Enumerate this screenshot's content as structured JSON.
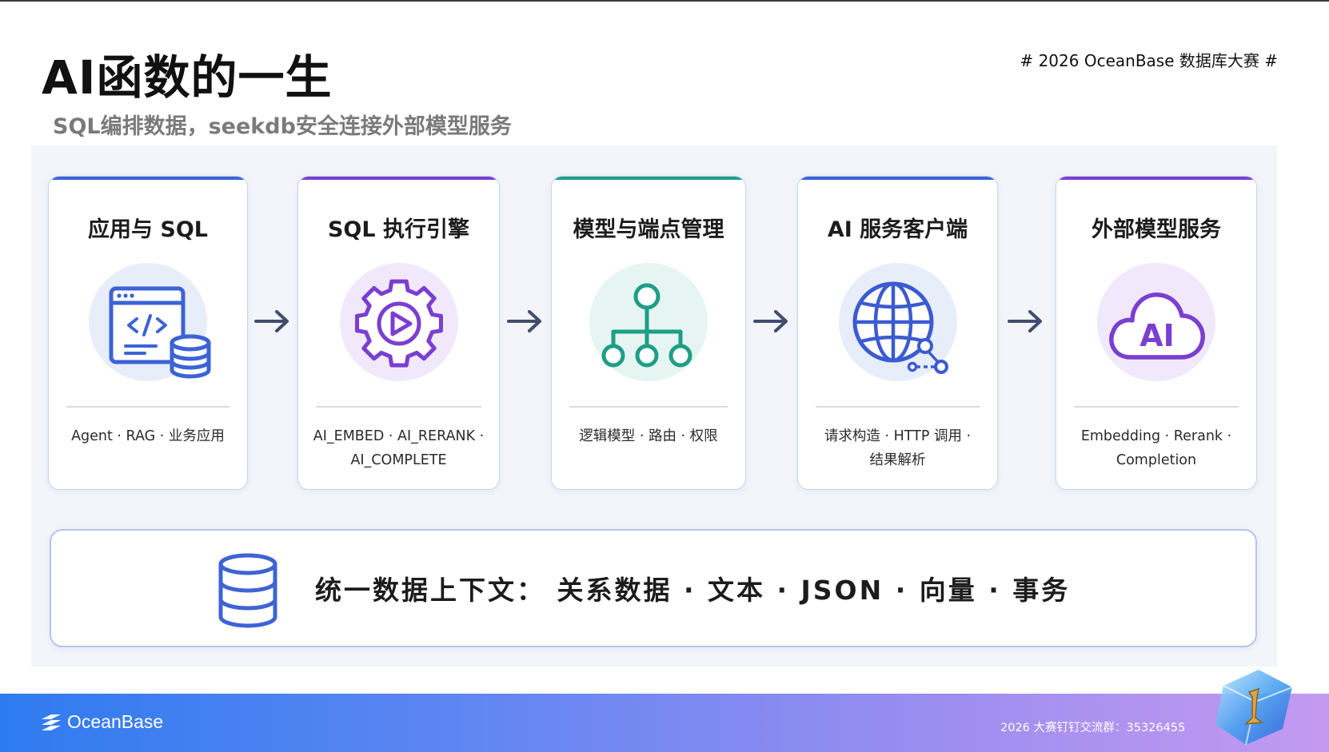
{
  "header": {
    "title": "AI函数的一生",
    "subtitle": "SQL编排数据，seekdb安全连接外部模型服务",
    "tag": "# 2026 OceanBase 数据库大赛 #"
  },
  "cards": [
    {
      "title": "应用与 SQL",
      "icon": "code-database-icon",
      "desc1": "Agent · RAG · 业务应用",
      "desc2": ""
    },
    {
      "title": "SQL 执行引擎",
      "icon": "gear-play-icon",
      "desc1": "AI_EMBED · AI_RERANK ·",
      "desc2": "AI_COMPLETE"
    },
    {
      "title": "模型与端点管理",
      "icon": "hierarchy-icon",
      "desc1": "逻辑模型 · 路由 · 权限",
      "desc2": ""
    },
    {
      "title": "AI 服务客户端",
      "icon": "globe-network-icon",
      "desc1": "请求构造 · HTTP 调用 ·",
      "desc2": "结果解析"
    },
    {
      "title": "外部模型服务",
      "icon": "ai-cloud-icon",
      "desc1": "Embedding · Rerank ·",
      "desc2": "Completion"
    }
  ],
  "bottom": {
    "text": "统一数据上下文： 关系数据 · 文本 · JSON · 向量 · 事务"
  },
  "footer": {
    "logo": "OceanBase",
    "group": "2026 大赛钉钉交流群：35326455"
  },
  "colors": {
    "blue": "#3b63d6",
    "purple": "#7a3fd0",
    "green": "#1e9e87",
    "arrow": "#3f4e6e"
  },
  "cloud_label": "AI"
}
